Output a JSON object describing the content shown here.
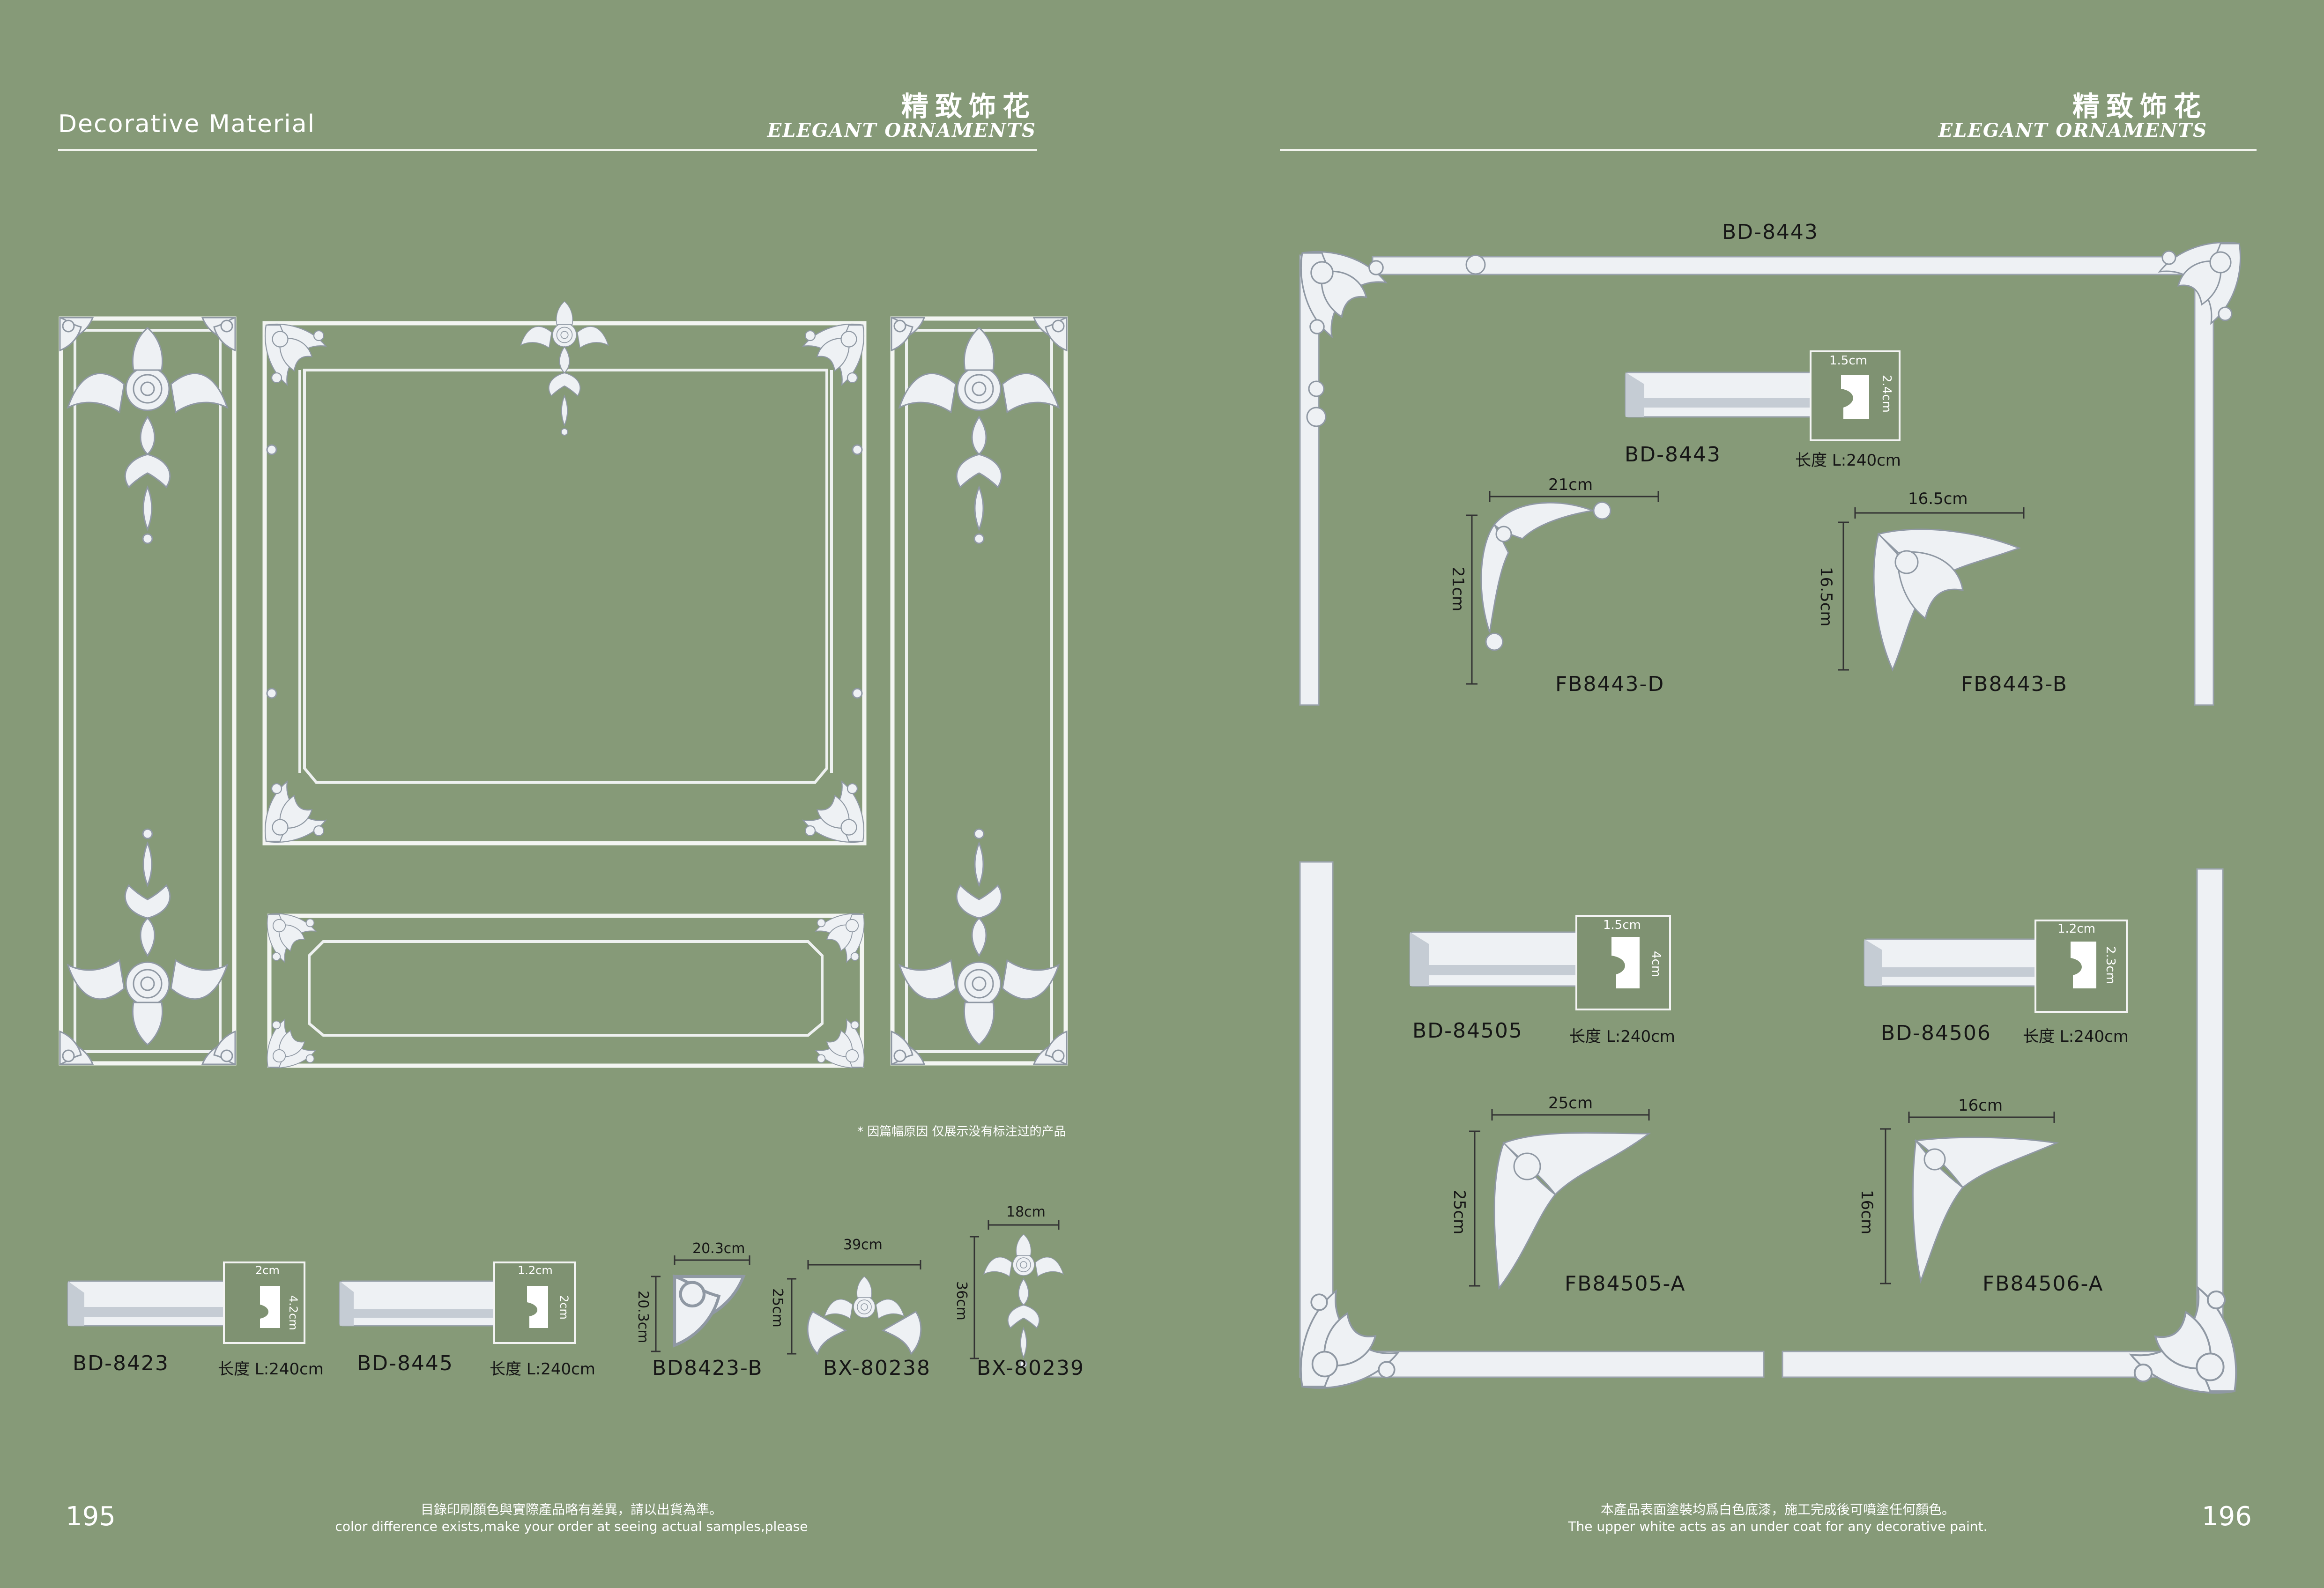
{
  "left_page": {
    "section_title": "Decorative Material",
    "header_cn": "精致饰花",
    "header_en": "ELEGANT ORNAMENTS",
    "note": "* 因篇幅原因 仅展示没有标注过的产品",
    "page_number": "195",
    "footer_cn": "目錄印刷顏色與實際產品略有差異，請以出貨為準。",
    "footer_en": "color difference exists,make your order at seeing actual samples,please",
    "products": [
      {
        "code": "BD-8423",
        "width": "2cm",
        "height": "4.2cm",
        "length": "长度 L:240cm"
      },
      {
        "code": "BD-8445",
        "width": "1.2cm",
        "height": "2cm",
        "length": "长度 L:240cm"
      },
      {
        "code": "BD8423-B",
        "width": "20.3cm",
        "height": "20.3cm"
      },
      {
        "code": "BX-80238",
        "width": "39cm",
        "height": "25cm"
      },
      {
        "code": "BX-80239",
        "width": "18cm",
        "height": "36cm"
      }
    ]
  },
  "right_page": {
    "header_cn": "精致饰花",
    "header_en": "ELEGANT ORNAMENTS",
    "frame_label": "BD-8443",
    "page_number": "196",
    "footer_cn": "本產品表面塗裝均爲白色底漆，施工完成後可噴塗任何顏色。",
    "footer_en": "The upper white acts as an under coat for any decorative paint.",
    "products": [
      {
        "code": "BD-8443",
        "width": "1.5cm",
        "height": "2.4cm",
        "length": "长度 L:240cm"
      },
      {
        "code": "FB8443-D",
        "width": "21cm",
        "height": "21cm"
      },
      {
        "code": "FB8443-B",
        "width": "16.5cm",
        "height": "16.5cm"
      },
      {
        "code": "BD-84505",
        "width": "1.5cm",
        "height": "4cm",
        "length": "长度 L:240cm"
      },
      {
        "code": "BD-84506",
        "width": "1.2cm",
        "height": "2.3cm",
        "length": "长度 L:240cm"
      },
      {
        "code": "FB84505-A",
        "width": "25cm",
        "height": "25cm"
      },
      {
        "code": "FB84506-A",
        "width": "16cm",
        "height": "16cm"
      }
    ]
  }
}
